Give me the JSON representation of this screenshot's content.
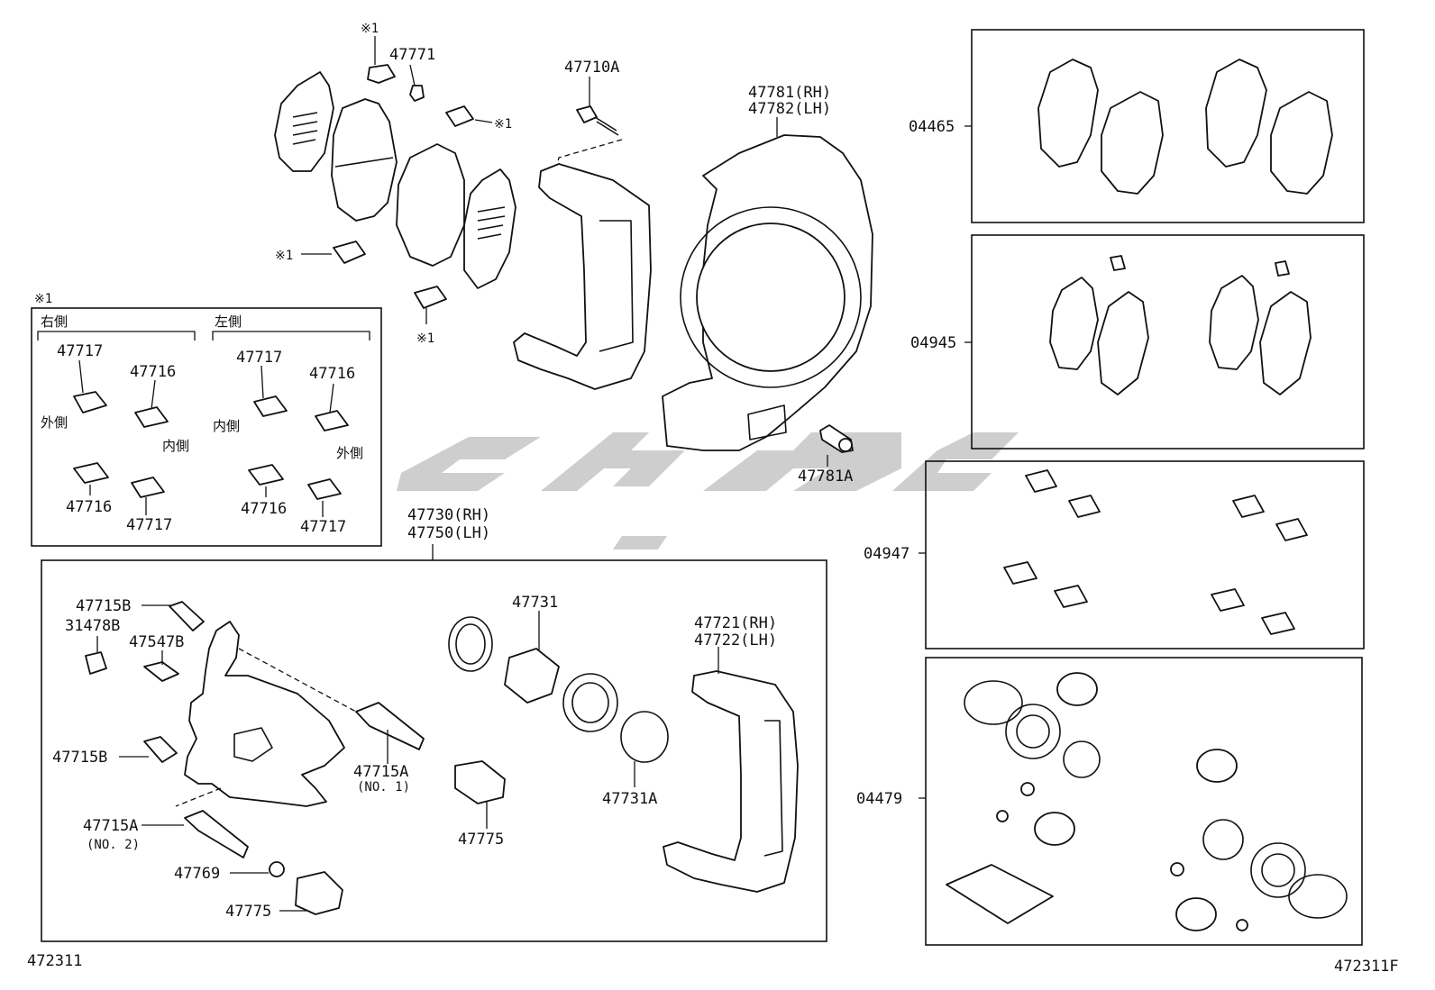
{
  "parts": {
    "p47771": "47771",
    "p47710A": "47710A",
    "p47781_rh": "47781(RH)",
    "p47782_lh": "47782(LH)",
    "p47781A": "47781A",
    "p04465": "04465",
    "p04945": "04945",
    "p04947": "04947",
    "p04479": "04479",
    "p47730_rh": "47730(RH)",
    "p47750_lh": "47750(LH)",
    "p47715B_a": "47715B",
    "p31478B": "31478B",
    "p47547B": "47547B",
    "p47715B_b": "47715B",
    "p47715A_no1": "47715A",
    "no1": "(NO. 1)",
    "p47715A_no2": "47715A",
    "no2": "(NO. 2)",
    "p47769": "47769",
    "p47775_a": "47775",
    "p47775_b": "47775",
    "p47731": "47731",
    "p47731A": "47731A",
    "p47721_rh": "47721(RH)",
    "p47722_lh": "47722(LH)"
  },
  "notes": {
    "mark1_a": "※1",
    "mark1_b": "※1",
    "mark1_c": "※1",
    "mark1_d": "※1",
    "mark1_box": "※1"
  },
  "clip_box": {
    "right_side": "右側",
    "left_side": "左側",
    "r_47717_top": "47717",
    "r_47716_top": "47716",
    "r_outer": "外側",
    "r_inner": "内側",
    "r_47716_bot": "47716",
    "r_47717_bot": "47717",
    "l_47717_top": "47717",
    "l_47716_top": "47716",
    "l_inner": "内側",
    "l_outer": "外側",
    "l_47716_bot": "47716",
    "l_47717_bot": "47717"
  },
  "footer": {
    "left_code": "472311",
    "right_code": "472311F"
  },
  "icons": {
    "watermark": "brand-logo-watermark"
  }
}
